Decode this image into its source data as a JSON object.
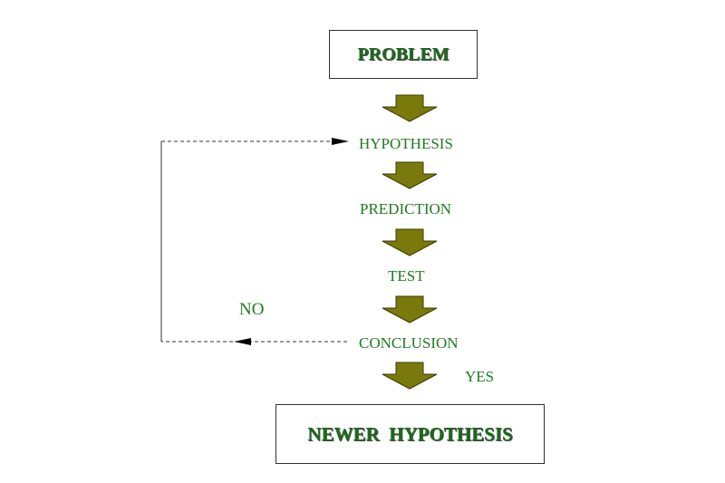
{
  "colors": {
    "text_green": "#1f7a1f",
    "box_title_green": "#1a6b1a",
    "arrow_fill": "#7a7a0c",
    "arrow_stroke": "#3a3a00",
    "line": "#333333"
  },
  "diagram": {
    "top_box": {
      "label": "PROBLEM"
    },
    "steps": {
      "hypothesis": "HYPOTHESIS",
      "prediction": "PREDICTION",
      "test": "TEST",
      "conclusion": "CONCLUSION"
    },
    "branches": {
      "no": "NO",
      "yes": "YES"
    },
    "bottom_box": {
      "label": "NEWER  HYPOTHESIS"
    }
  }
}
